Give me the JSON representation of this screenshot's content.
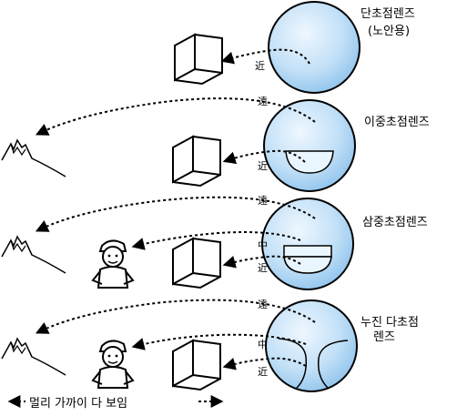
{
  "colors": {
    "lens_light": "#e3f1ff",
    "lens_mid": "#b7d9f5",
    "lens_dark": "#8fc3ec",
    "stroke": "#000000",
    "background": "#ffffff"
  },
  "icons": [
    "mountain-icon",
    "book-icon",
    "person-icon",
    "lens-icon"
  ],
  "panels": [
    {
      "name": "single-focus",
      "title_line1": "단초점렌즈",
      "title_line2": "(노안용)",
      "dist_near": "近"
    },
    {
      "name": "bifocal",
      "title": "이중초점렌즈",
      "dist_far": "遠",
      "dist_near": "近"
    },
    {
      "name": "trifocal",
      "title": "삼중초점렌즈",
      "dist_far": "遠",
      "dist_mid": "中",
      "dist_near": "近"
    },
    {
      "name": "progressive",
      "title_line1": "누진 다초점",
      "title_line2": "렌즈",
      "dist_far": "遠",
      "dist_mid": "中",
      "dist_near": "近"
    }
  ],
  "caption": "멀리  가까이  다  보임"
}
